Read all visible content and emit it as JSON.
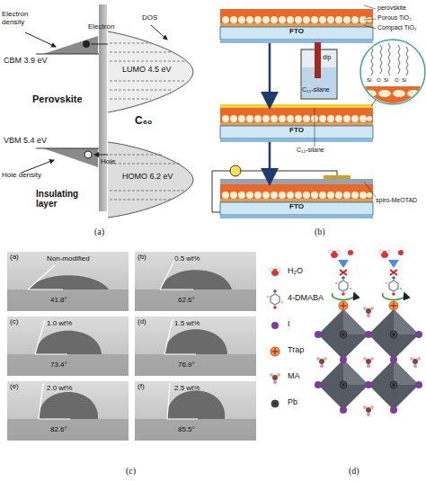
{
  "diagram": {
    "nodes": [
      {
        "text": [
          "FTO"
        ]
      },
      {
        "text": [
          "FTO"
        ]
      },
      {
        "text": [
          "FTO"
        ]
      },
      {
        "text": [
          "(a)",
          "Non-modified",
          "41.8°"
        ]
      },
      {
        "text": [
          "(b)",
          "0.5 wt%",
          "62.6°"
        ]
      },
      {
        "text": [
          "(c)",
          "1.0 wt%",
          "73.4°"
        ]
      },
      {
        "text": [
          "(d)",
          "1.5 wt%",
          "76.9°"
        ]
      },
      {
        "text": [
          "(e)",
          "2.0 wt%",
          "82.6°"
        ]
      },
      {
        "text": [
          "(f)",
          "2.5 wt%",
          "85.5°"
        ]
      }
    ],
    "edges": [
      {
        "from": 0,
        "to": 1,
        "arrow": "to"
      },
      {
        "from": 1,
        "to": 2,
        "arrow": "to"
      }
    ],
    "labels": [
      "Electron density",
      "Electron",
      "DOS",
      "CBM 3.9 eV",
      "LUMO 4.5 eV",
      "Perovskite",
      "C₆₀",
      "VBM 5.4 eV",
      "Hole",
      "HOMO 6.2 eV",
      "Hole density",
      "Insulating layer",
      "(a)",
      "perovskite",
      "Porous TiO₂",
      "Compact TiO₂",
      "dip",
      "C₁₂-silane",
      "C₁₂-silane",
      "Si",
      "O",
      "Si",
      "O",
      "Si",
      "spiro-MeOTAD",
      "(b)",
      "(c)",
      "(d)"
    ],
    "legend": [
      {
        "text": "H₂O"
      },
      {
        "text": "4-DMABA"
      },
      {
        "text": "I"
      },
      {
        "text": "Trap"
      },
      {
        "text": "MA"
      },
      {
        "text": "Pb"
      }
    ]
  }
}
